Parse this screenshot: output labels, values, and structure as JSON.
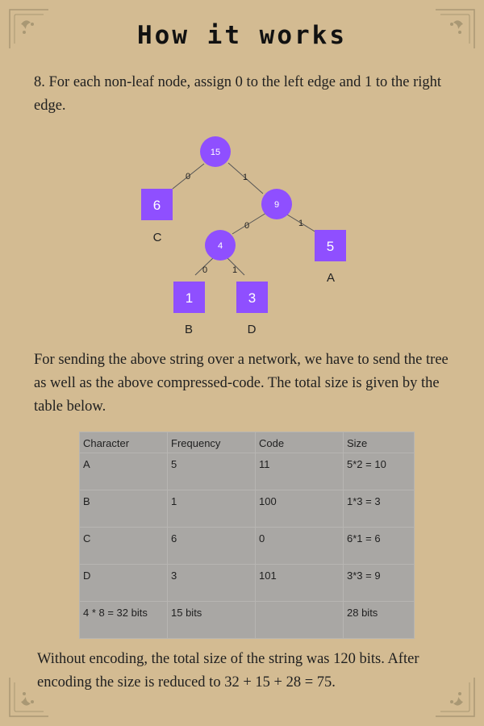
{
  "title": "How it works",
  "step_text": "8. For each non-leaf node, assign 0 to the left edge and 1 to the right edge.",
  "tree": {
    "nodes": {
      "root": "15",
      "n9": "9",
      "n4": "4",
      "leaf_c": "6",
      "leaf_a": "5",
      "leaf_b": "1",
      "leaf_d": "3"
    },
    "leaf_labels": {
      "c": "C",
      "a": "A",
      "b": "B",
      "d": "D"
    },
    "edges": {
      "root_left": "0",
      "root_right": "1",
      "n9_left": "0",
      "n9_right": "1",
      "n4_left": "0",
      "n4_right": "1"
    },
    "colors": {
      "node": "#8f4fff",
      "edge": "#555555"
    }
  },
  "network_text": "For sending the above string over a network, we have to send the tree as well as the above compressed-code. The total size is given by the table below.",
  "table": {
    "headers": [
      "Character",
      "Frequency",
      "Code",
      "Size"
    ],
    "rows": [
      [
        "A",
        "5",
        "11",
        "5*2 = 10"
      ],
      [
        "B",
        "1",
        "100",
        "1*3 = 3"
      ],
      [
        "C",
        "6",
        "0",
        "6*1 = 6"
      ],
      [
        "D",
        "3",
        "101",
        "3*3 = 9"
      ],
      [
        "4 * 8 = 32 bits",
        "15 bits",
        "",
        "28 bits"
      ]
    ]
  },
  "summary_text": "Without encoding, the total size of the string was 120 bits. After encoding the size is reduced to 32 + 15 + 28 = 75."
}
